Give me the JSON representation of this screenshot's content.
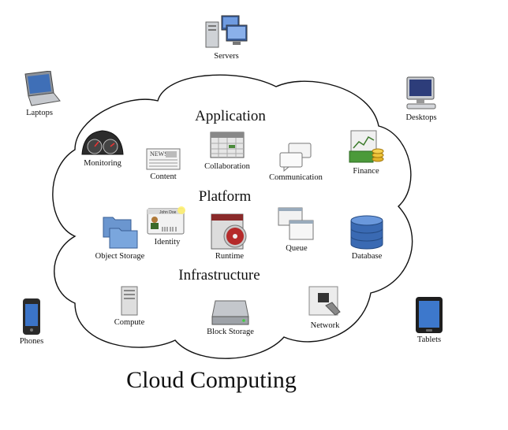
{
  "title": "Cloud Computing",
  "sections": {
    "application": "Application",
    "platform": "Platform",
    "infrastructure": "Infrastructure"
  },
  "devices": {
    "servers": "Servers",
    "laptops": "Laptops",
    "desktops": "Desktops",
    "phones": "Phones",
    "tablets": "Tablets"
  },
  "application": {
    "monitoring": "Monitoring",
    "content": "Content",
    "content_icon_text": "NEWS",
    "collaboration": "Collaboration",
    "communication": "Communication",
    "finance": "Finance"
  },
  "platform": {
    "object_storage": "Object Storage",
    "identity": "Identity",
    "identity_card_text": "John Doe",
    "runtime": "Runtime",
    "queue": "Queue",
    "database": "Database"
  },
  "infrastructure": {
    "compute": "Compute",
    "block_storage": "Block Storage",
    "network": "Network"
  }
}
